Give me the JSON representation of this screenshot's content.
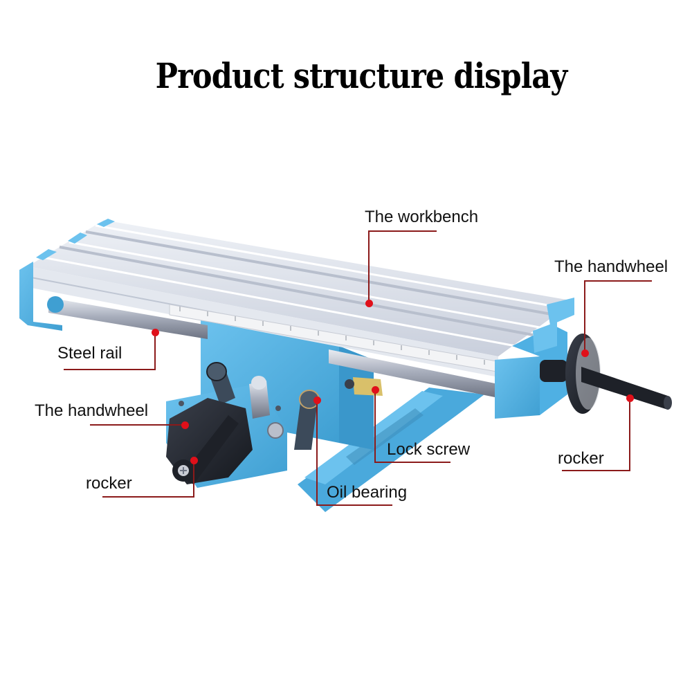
{
  "title": "Product structure display",
  "colors": {
    "body_blue": "#5bb6e6",
    "body_blue_dark": "#3f9fd2",
    "aluminum": "#d6dbe6",
    "aluminum_light": "#eef1f6",
    "handwheel_black": "#1e2128",
    "leader_line": "#8b1a1a",
    "marker_dot": "#e0101a",
    "lock_screw_brass": "#d9c06a"
  },
  "labels": {
    "workbench": "The workbench",
    "handwheel_right": "The handwheel",
    "steel_rail": "Steel rail",
    "handwheel_left": "The handwheel",
    "lock_screw": "Lock screw",
    "rocker_right": "rocker",
    "rocker_left": "rocker",
    "oil_bearing": "Oil bearing"
  }
}
